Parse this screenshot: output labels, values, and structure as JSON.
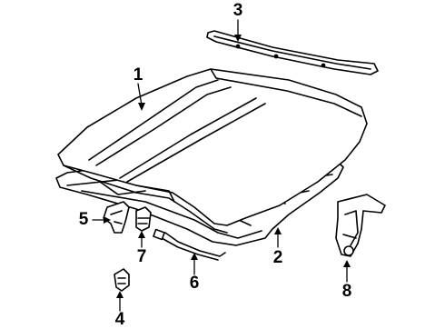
{
  "callouts": [
    {
      "id": "c1",
      "label": "1"
    },
    {
      "id": "c2",
      "label": "2"
    },
    {
      "id": "c3",
      "label": "3"
    },
    {
      "id": "c4",
      "label": "4"
    },
    {
      "id": "c5",
      "label": "5"
    },
    {
      "id": "c6",
      "label": "6"
    },
    {
      "id": "c7",
      "label": "7"
    },
    {
      "id": "c8",
      "label": "8"
    }
  ],
  "colors": {
    "line": "#000000",
    "fill": "#ffffff"
  }
}
